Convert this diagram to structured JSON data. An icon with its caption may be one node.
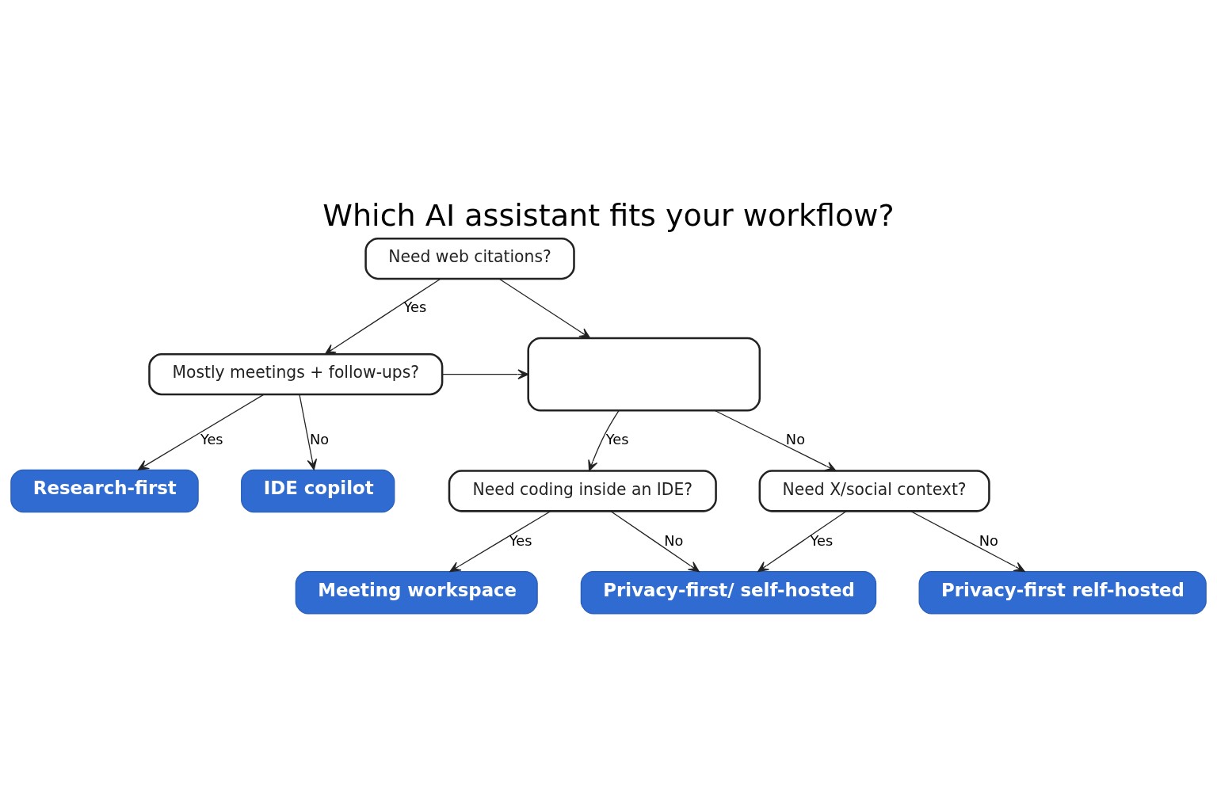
{
  "diagram": {
    "title": "Which AI assistant fits your workflow?",
    "nodes": [
      {
        "text": [
          "Need web citations?"
        ]
      },
      {
        "text": [],
        "shape": "box"
      },
      {
        "text": [
          "Mostly meetings + follow-ups?"
        ]
      },
      {
        "text": [
          "Need coding inside an IDE?"
        ]
      },
      {
        "text": [
          "Need X/social context?"
        ]
      },
      {
        "text": [
          "Research-first"
        ]
      },
      {
        "text": [
          "IDE copilot"
        ]
      },
      {
        "text": [
          "Meeting workspace"
        ]
      },
      {
        "text": [
          "Privacy-first/ self-hosted"
        ]
      },
      {
        "text": [
          "Privacy-first relf-hosted"
        ]
      }
    ],
    "edges": [
      {
        "from": 0,
        "to": 1,
        "arrow": "to"
      },
      {
        "from": 0,
        "to": 2,
        "arrow": "to",
        "label": "Yes"
      },
      {
        "from": 2,
        "to": 1,
        "arrow": "to"
      },
      {
        "from": 1,
        "to": 3,
        "arrow": "to",
        "label": "Yes"
      },
      {
        "from": 1,
        "to": 4,
        "arrow": "to",
        "label": "No"
      },
      {
        "from": 2,
        "to": 5,
        "arrow": "to",
        "label": "Yes"
      },
      {
        "from": 2,
        "to": 6,
        "arrow": "to",
        "label": "No"
      },
      {
        "from": 3,
        "to": 7,
        "arrow": "to",
        "label": "Yes"
      },
      {
        "from": 3,
        "to": 8,
        "arrow": "to",
        "label": "No"
      },
      {
        "from": 4,
        "to": 8,
        "arrow": "to",
        "label": "Yes"
      },
      {
        "from": 4,
        "to": 9,
        "arrow": "to",
        "label": "No"
      }
    ]
  }
}
